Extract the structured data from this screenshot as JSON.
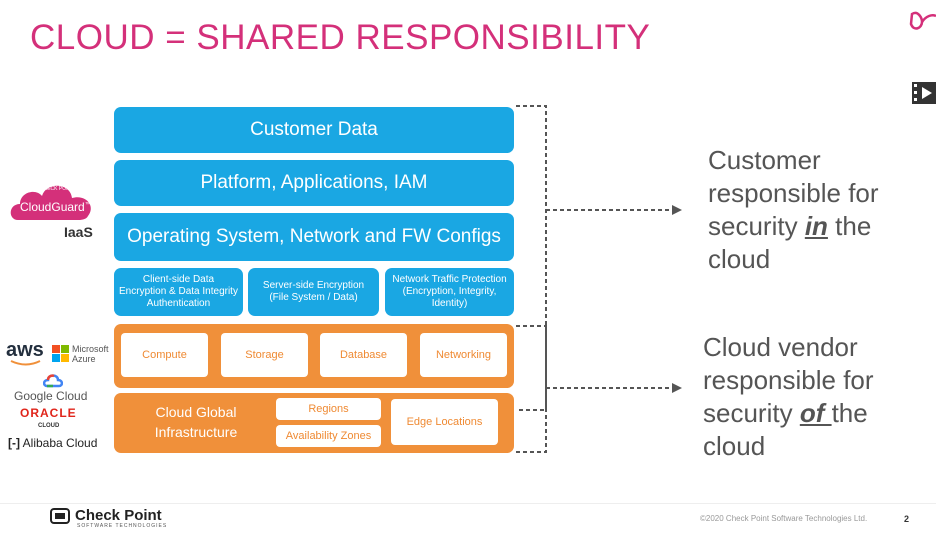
{
  "title": "CLOUD = SHARED RESPONSIBILITY",
  "stack": {
    "customer_data": "Customer Data",
    "platform": "Platform, Applications, IAM",
    "os": "Operating System, Network and FW Configs",
    "client_encryption": "Client-side Data Encryption & Data Integrity Authentication",
    "server_encryption": "Server-side Encryption (File System / Data)",
    "network_protection": "Network Traffic Protection (Encryption, Integrity, Identity)",
    "compute": "Compute",
    "storage": "Storage",
    "database": "Database",
    "networking": "Networking",
    "global_infra": "Cloud Global Infrastructure",
    "regions": "Regions",
    "availability_zones": "Availability Zones",
    "edge_locations": "Edge Locations"
  },
  "customer_side": {
    "line1": "Customer",
    "line2": "responsible for",
    "line3_pre": "security ",
    "line3_em": "in",
    "line3_post": " the",
    "line4": "cloud"
  },
  "vendor_side": {
    "line1": "Cloud vendor",
    "line2": "responsible for",
    "line3_pre": "security ",
    "line3_em": "of ",
    "line3_post": "the",
    "line4": "cloud"
  },
  "cloudguard": {
    "small": "CHECK POINT",
    "name": "CloudGuard",
    "tm": "™",
    "tier": "IaaS"
  },
  "vendors": {
    "aws": "aws",
    "microsoft": "Microsoft",
    "azure": "Azure",
    "google": "Google Cloud",
    "oracle": "ORACLE",
    "oracle_sub": "CLOUD",
    "alibaba": "Alibaba Cloud"
  },
  "footer": {
    "brand": "Check Point",
    "brand_sub": "SOFTWARE TECHNOLOGIES",
    "copyright": "©2020 Check Point Software Technologies Ltd.",
    "page": "2"
  },
  "colors": {
    "title": "#d4307a",
    "blue": "#1aa7e3",
    "orange": "#f0903a"
  }
}
